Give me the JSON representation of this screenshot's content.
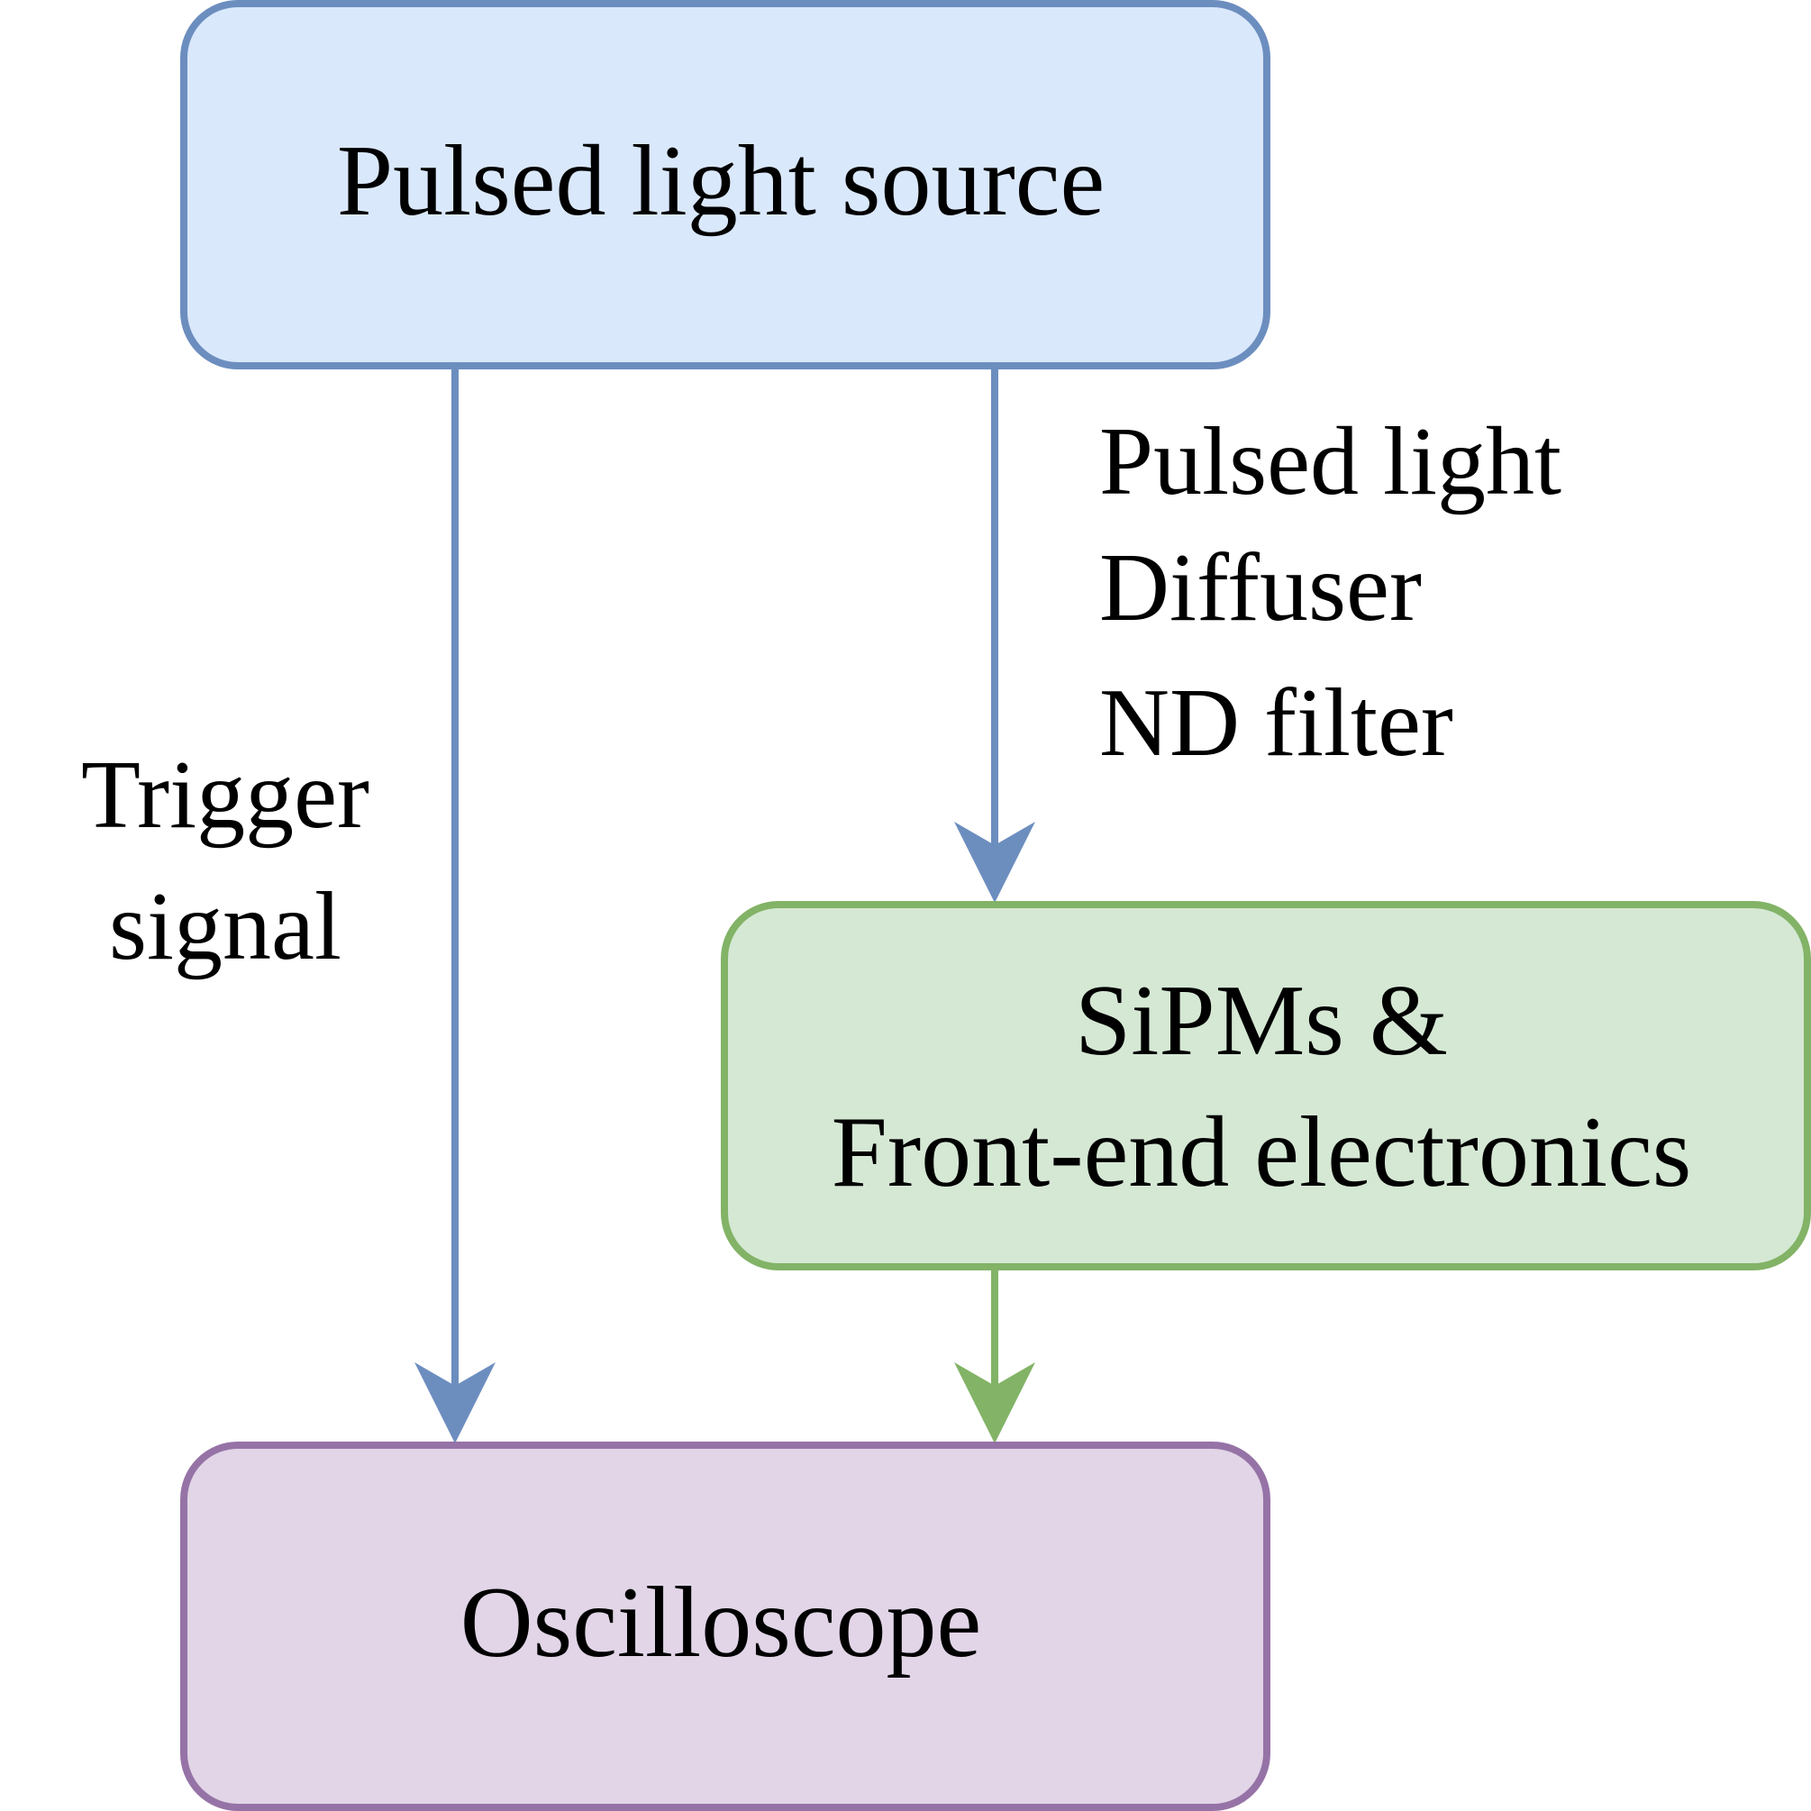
{
  "nodes": {
    "light_source": {
      "label": "Pulsed light source",
      "fill": "#dae8fc",
      "stroke": "#6c8ebf"
    },
    "sipms": {
      "label_line1": "SiPMs &",
      "label_line2": "Front-end electronics",
      "fill": "#d5e8d4",
      "stroke": "#82b366"
    },
    "oscilloscope": {
      "label": "Oscilloscope",
      "fill": "#e1d5e7",
      "stroke": "#9673a6"
    }
  },
  "edges": {
    "trigger": {
      "label_line1": "Trigger",
      "label_line2": "signal",
      "color": "#6c8ebf"
    },
    "light": {
      "label_line1": "Pulsed light",
      "label_line2": "Diffuser",
      "label_line3": "ND filter",
      "color": "#6c8ebf"
    },
    "signal": {
      "color": "#82b366"
    }
  }
}
